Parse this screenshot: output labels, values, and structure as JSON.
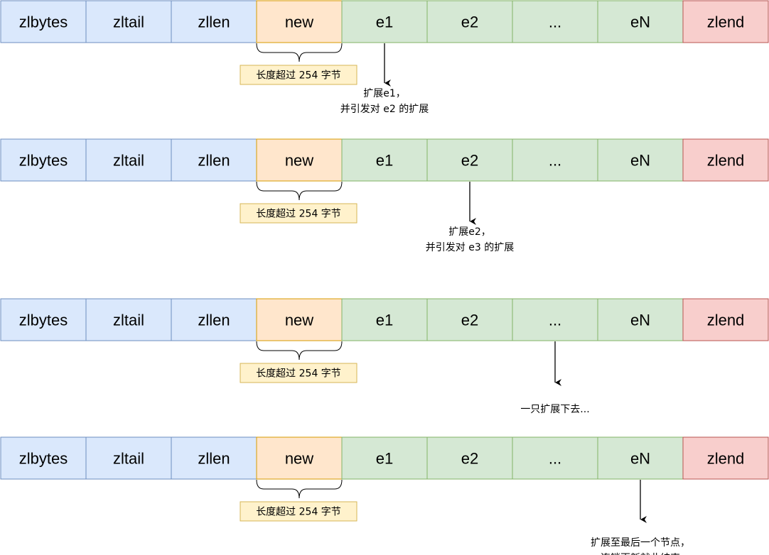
{
  "diagram": {
    "colors": {
      "header_fill": "#dae8fc",
      "header_stroke": "#6c8ebf",
      "new_fill": "#ffe6cc",
      "new_stroke": "#d79b00",
      "entry_fill": "#d5e8d4",
      "entry_stroke": "#82b366",
      "end_fill": "#f8cecc",
      "end_stroke": "#b85450",
      "note_fill": "#fff2cc",
      "note_stroke": "#d6b656",
      "arrow": "#000000"
    },
    "rows": [
      {
        "cells": [
          {
            "label": "zlbytes",
            "kind": "header"
          },
          {
            "label": "zltail",
            "kind": "header"
          },
          {
            "label": "zllen",
            "kind": "header"
          },
          {
            "label": "new",
            "kind": "new"
          },
          {
            "label": "e1",
            "kind": "entry"
          },
          {
            "label": "e2",
            "kind": "entry"
          },
          {
            "label": "...",
            "kind": "entry"
          },
          {
            "label": "eN",
            "kind": "entry"
          },
          {
            "label": "zlend",
            "kind": "end"
          }
        ],
        "note": "长度超过 254 字节",
        "arrow_cell": 4,
        "caption": [
          "扩展e1，",
          "并引发对 e2 的扩展"
        ]
      },
      {
        "cells": [
          {
            "label": "zlbytes",
            "kind": "header"
          },
          {
            "label": "zltail",
            "kind": "header"
          },
          {
            "label": "zllen",
            "kind": "header"
          },
          {
            "label": "new",
            "kind": "new"
          },
          {
            "label": "e1",
            "kind": "entry"
          },
          {
            "label": "e2",
            "kind": "entry"
          },
          {
            "label": "...",
            "kind": "entry"
          },
          {
            "label": "eN",
            "kind": "entry"
          },
          {
            "label": "zlend",
            "kind": "end"
          }
        ],
        "note": "长度超过 254 字节",
        "arrow_cell": 5,
        "caption": [
          "扩展e2，",
          "并引发对 e3 的扩展"
        ]
      },
      {
        "cells": [
          {
            "label": "zlbytes",
            "kind": "header"
          },
          {
            "label": "zltail",
            "kind": "header"
          },
          {
            "label": "zllen",
            "kind": "header"
          },
          {
            "label": "new",
            "kind": "new"
          },
          {
            "label": "e1",
            "kind": "entry"
          },
          {
            "label": "e2",
            "kind": "entry"
          },
          {
            "label": "...",
            "kind": "entry"
          },
          {
            "label": "eN",
            "kind": "entry"
          },
          {
            "label": "zlend",
            "kind": "end"
          }
        ],
        "note": "长度超过 254 字节",
        "arrow_cell": 6,
        "caption": [
          "一只扩展下去..."
        ]
      },
      {
        "cells": [
          {
            "label": "zlbytes",
            "kind": "header"
          },
          {
            "label": "zltail",
            "kind": "header"
          },
          {
            "label": "zllen",
            "kind": "header"
          },
          {
            "label": "new",
            "kind": "new"
          },
          {
            "label": "e1",
            "kind": "entry"
          },
          {
            "label": "e2",
            "kind": "entry"
          },
          {
            "label": "...",
            "kind": "entry"
          },
          {
            "label": "eN",
            "kind": "entry"
          },
          {
            "label": "zlend",
            "kind": "end"
          }
        ],
        "note": "长度超过 254 字节",
        "arrow_cell": 7,
        "caption": [
          "扩展至最后一个节点，",
          "连锁更新就此结束"
        ]
      }
    ]
  }
}
